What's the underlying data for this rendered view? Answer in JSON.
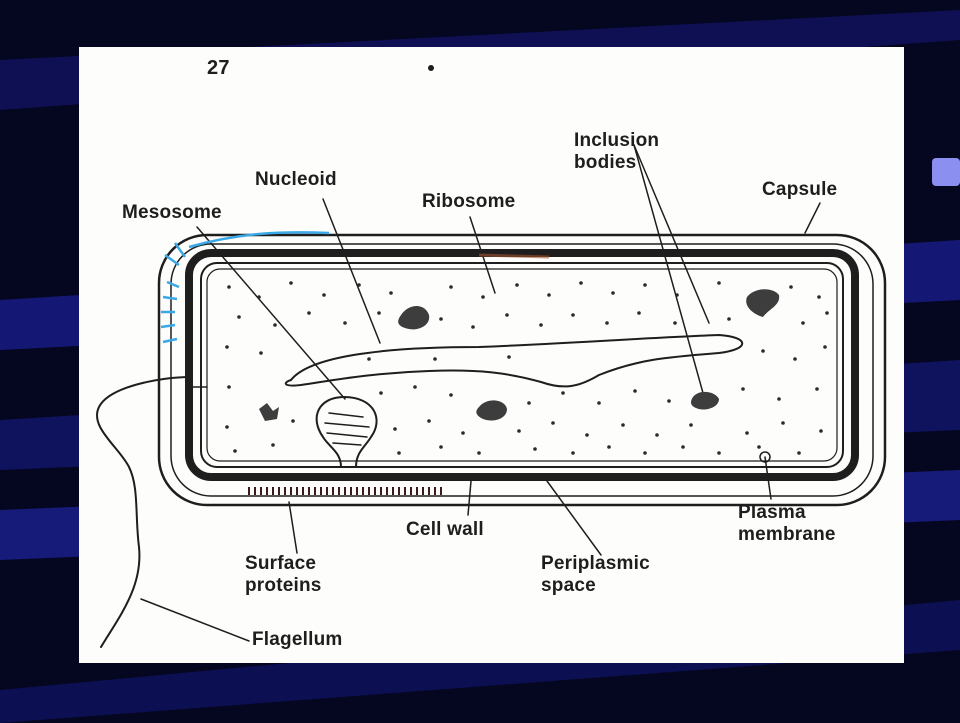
{
  "slide": {
    "colors": {
      "background": "#050620",
      "stripe": "#1a1f8a",
      "figure_paper": "#fdfdfb",
      "ink": "#1e1e1e",
      "accent_blue": "#3aa8e6"
    }
  },
  "figure": {
    "page_number": "27",
    "labels": {
      "inclusion_bodies": "Inclusion\nbodies",
      "nucleoid": "Nucleoid",
      "capsule": "Capsule",
      "ribosome": "Ribosome",
      "mesosome": "Mesosome",
      "cell_wall": "Cell wall",
      "plasma_membrane": "Plasma\nmembrane",
      "surface_proteins": "Surface\nproteins",
      "periplasmic_space": "Periplasmic\nspace",
      "flagellum": "Flagellum"
    }
  }
}
